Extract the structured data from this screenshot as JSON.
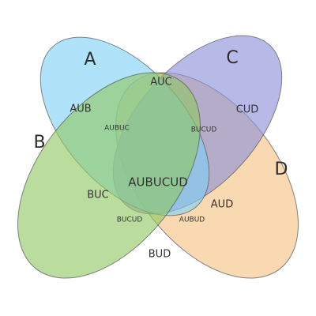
{
  "sets": {
    "A": {
      "label": "A",
      "color": "#7fd0f5"
    },
    "B": {
      "label": "B",
      "color": "#8fc862"
    },
    "C": {
      "label": "C",
      "color": "#8a8fd8"
    },
    "D": {
      "label": "D",
      "color": "#f6c183"
    }
  },
  "regions": {
    "a_u_b": "AUB",
    "a_u_c": "AUC",
    "c_u_d": "CUD",
    "a_u_b_u_c": "AUBUC",
    "b_u_c_u_d": "BUCUD",
    "a_u_b_u_c_u_d": "AUBUCUD",
    "b_u_c": "BUC",
    "b_u_c_u_d_lower": "BUCUD",
    "a_u_b_u_d": "AUBUD",
    "a_u_d": "AUD",
    "b_u_d": "BUD"
  }
}
